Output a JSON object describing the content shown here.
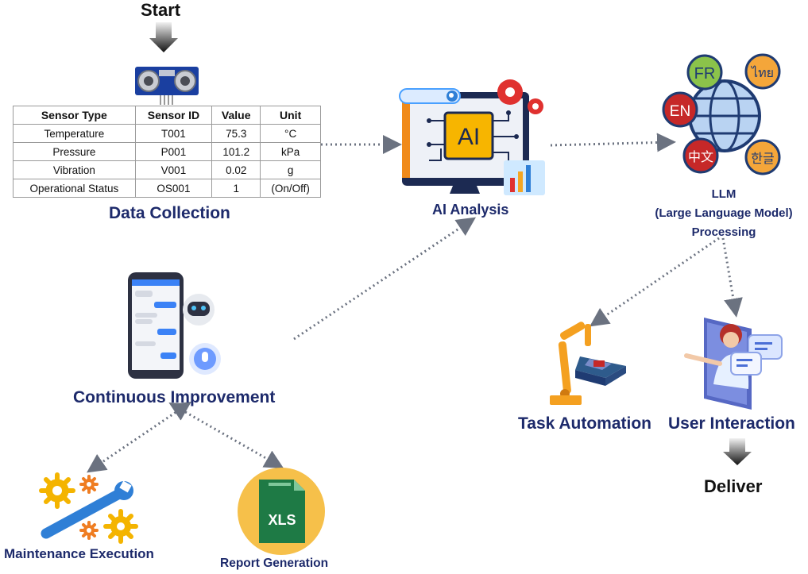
{
  "start_label": "Start",
  "deliver_label": "Deliver",
  "sensor_table": {
    "headers": [
      "Sensor Type",
      "Sensor ID",
      "Value",
      "Unit"
    ],
    "rows": [
      [
        "Temperature",
        "T001",
        "75.3",
        "°C"
      ],
      [
        "Pressure",
        "P001",
        "101.2",
        "kPa"
      ],
      [
        "Vibration",
        "V001",
        "0.02",
        "g"
      ],
      [
        "Operational Status",
        "OS001",
        "1",
        "(On/Off)"
      ]
    ]
  },
  "nodes": {
    "data_collection": "Data Collection",
    "ai_analysis": "AI Analysis",
    "ai_chip_text": "AI",
    "llm_line1": "LLM",
    "llm_line2": "(Large Language Model)",
    "llm_line3": "Processing",
    "continuous_improvement": "Continuous Improvement",
    "task_automation": "Task Automation",
    "user_interaction": "User Interaction",
    "maintenance_execution": "Maintenance Execution",
    "report_generation": "Report Generation",
    "xls_text": "XLS"
  },
  "languages": [
    "FR",
    "ไทย",
    "EN",
    "中文",
    "한글"
  ],
  "colors": {
    "title_navy": "#1d2a6b",
    "arrow_gray": "#6b7280",
    "accent_blue": "#2f7fd6",
    "gear_orange": "#f5a623",
    "gear_red": "#e0312f",
    "excel_green": "#1e7a45",
    "report_circle": "#f6c04a",
    "llm_red": "#c62828",
    "llm_orange": "#f4a63a",
    "llm_green": "#8bc34a"
  },
  "icons": [
    "down-arrow-icon",
    "ultrasonic-sensor-icon",
    "ai-monitor-icon",
    "globe-language-icon",
    "chatbot-phone-icon",
    "robot-arm-icon",
    "user-chat-icon",
    "wrench-gears-icon",
    "xls-file-icon"
  ]
}
